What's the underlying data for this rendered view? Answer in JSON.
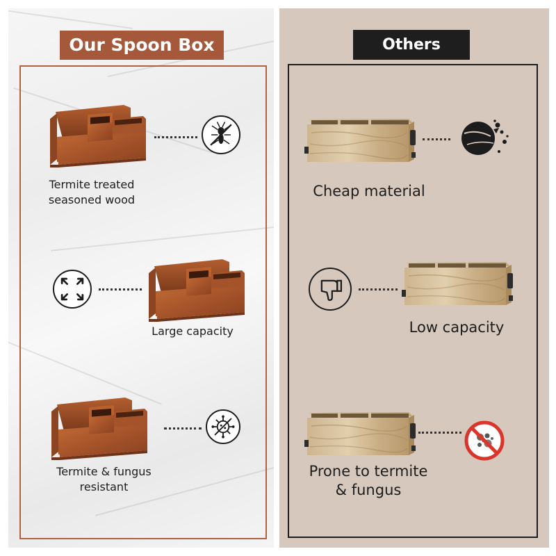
{
  "left_panel": {
    "heading": "Our Spoon Box",
    "features": [
      {
        "label_line1": "Termite treated",
        "label_line2": "seasoned wood",
        "icon": "termite-crossed-icon"
      },
      {
        "label_line1": "Large capacity",
        "label_line2": "",
        "icon": "expand-arrows-icon"
      },
      {
        "label_line1": "Termite & fungus",
        "label_line2": "resistant",
        "icon": "virus-icon"
      }
    ]
  },
  "right_panel": {
    "heading": "Others",
    "features": [
      {
        "label_line1": "Cheap material",
        "label_line2": "",
        "icon": "ink-splatter-icon"
      },
      {
        "label_line1": "Low capacity",
        "label_line2": "",
        "icon": "thumbs-down-icon"
      },
      {
        "label_line1": "Prone to termite",
        "label_line2": "& fungus",
        "icon": "bacteria-crossed-icon"
      }
    ]
  },
  "colors": {
    "left_accent": "#a5583a",
    "right_accent": "#1e1e1e",
    "right_background": "#d6c8bd",
    "warning_red": "#d9352a"
  }
}
